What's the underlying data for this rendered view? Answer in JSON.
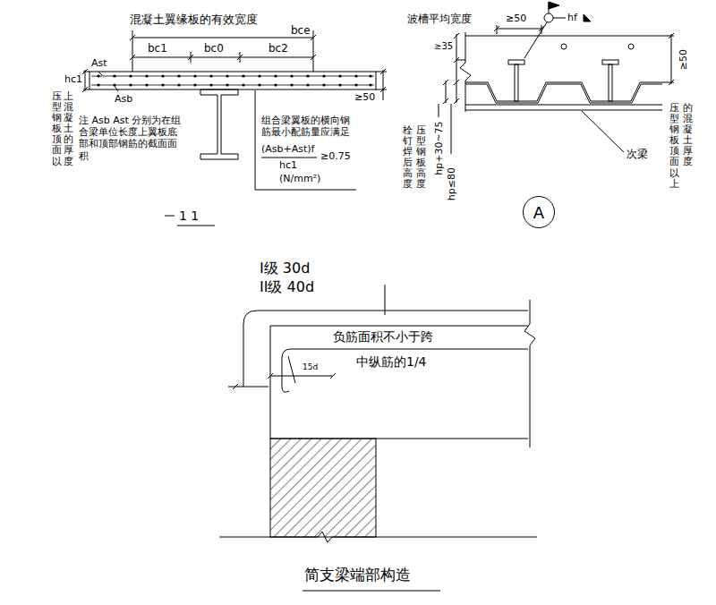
{
  "diagram": {
    "caption": "简支梁端部构造",
    "nodes": [
      {
        "text": [
          "A"
        ]
      }
    ],
    "labels": [
      "混凝土翼缘板的有效宽度",
      "bce",
      "bc1",
      "bc0",
      "bc2",
      "Ast",
      "hc1",
      "≥50",
      "Asb",
      "压型钢板顶面以",
      "上混凝土的厚度",
      "注 Asb Ast 分别为在组合梁单位长度上翼板底部和顶部钢筋的截面面积",
      "组合梁翼板的横向钢筋最小配筋量应满足",
      "(Asb+Ast)f",
      "hc1",
      "≥0.75",
      "(N/mm²)",
      "1 1",
      "波槽平均宽度",
      "≥50",
      "hf",
      "≥35",
      "hp+30~75",
      "hp≤80",
      "栓钉焊后高度",
      "压型钢板高度",
      "次梁",
      "≥50",
      "压型钢板顶面以上",
      "的混凝土厚度",
      "I级 30d",
      "II级 40d",
      "负筋面积不小于跨",
      "中纵筋的1/4",
      "15d"
    ]
  }
}
